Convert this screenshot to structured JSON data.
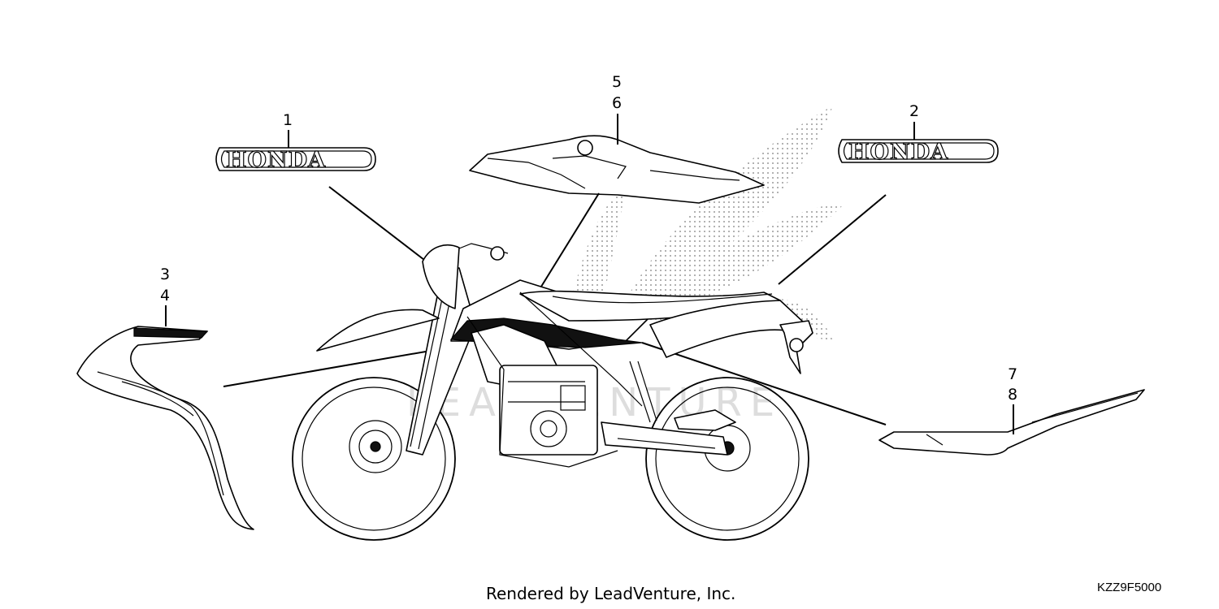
{
  "callouts": {
    "c1": "1",
    "c2": "2",
    "c3": "3",
    "c4": "4",
    "c5": "5",
    "c6": "6",
    "c7": "7",
    "c8": "8"
  },
  "emblems": {
    "left": "HONDA",
    "right": "HONDA"
  },
  "footer": {
    "credit": "Rendered by LeadVenture, Inc.",
    "code": "KZZ9F5000"
  },
  "colors": {
    "line": "#000000",
    "background": "#ffffff",
    "dots": "#9a9a9a"
  }
}
